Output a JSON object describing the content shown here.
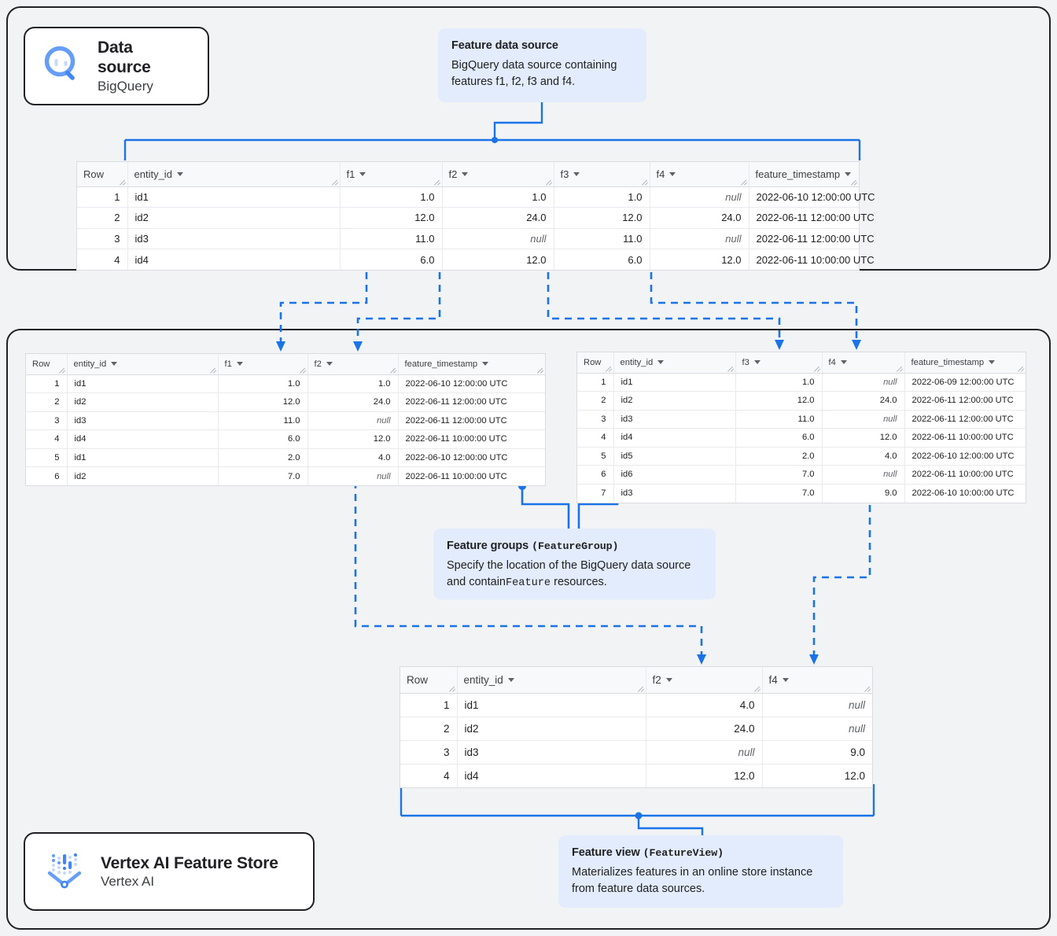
{
  "sections": {
    "data_source": {
      "name": "Data source section"
    },
    "feature_store": {
      "name": "Vertex AI Feature Store section"
    }
  },
  "chips": [
    {
      "id": "bigquery",
      "icon": "bigquery-icon",
      "title": "Data source",
      "subtitle": "BigQuery"
    },
    {
      "id": "vertex",
      "icon": "vertex-ai-icon",
      "title": "Vertex AI Feature Store",
      "subtitle": "Vertex AI"
    }
  ],
  "callouts": {
    "feature_data_source": {
      "title": "Feature data source",
      "body": "BigQuery data source containing features f1, f2, f3 and f4."
    },
    "feature_groups": {
      "title_plain": "Feature groups ",
      "title_code": "(FeatureGroup)",
      "body_part1": "Specify the location of the BigQuery data source and contain",
      "body_code": "Feature",
      "body_part2": " resources."
    },
    "feature_view": {
      "title_plain": "Feature view ",
      "title_code": "(FeatureView)",
      "body": "Materializes features in an online store instance from feature data sources."
    }
  },
  "tables": {
    "source": {
      "name": "feature-data-source-table",
      "columns": [
        "Row",
        "entity_id",
        "f1",
        "f2",
        "f3",
        "f4",
        "feature_timestamp"
      ],
      "column_types": [
        "row",
        "str",
        "num",
        "num",
        "num",
        "num",
        "ts"
      ],
      "rows": [
        [
          "1",
          "id1",
          "1.0",
          "1.0",
          "1.0",
          "null",
          "2022-06-10 12:00:00 UTC"
        ],
        [
          "2",
          "id2",
          "12.0",
          "24.0",
          "12.0",
          "24.0",
          "2022-06-11 12:00:00 UTC"
        ],
        [
          "3",
          "id3",
          "11.0",
          "null",
          "11.0",
          "null",
          "2022-06-11 12:00:00 UTC"
        ],
        [
          "4",
          "id4",
          "6.0",
          "12.0",
          "6.0",
          "12.0",
          "2022-06-11 10:00:00 UTC"
        ]
      ]
    },
    "feature_group_left": {
      "name": "feature-group-1-table",
      "columns": [
        "Row",
        "entity_id",
        "f1",
        "f2",
        "feature_timestamp"
      ],
      "column_types": [
        "row",
        "str",
        "num",
        "num",
        "ts"
      ],
      "rows": [
        [
          "1",
          "id1",
          "1.0",
          "1.0",
          "2022-06-10 12:00:00 UTC"
        ],
        [
          "2",
          "id2",
          "12.0",
          "24.0",
          "2022-06-11 12:00:00 UTC"
        ],
        [
          "3",
          "id3",
          "11.0",
          "null",
          "2022-06-11 12:00:00 UTC"
        ],
        [
          "4",
          "id4",
          "6.0",
          "12.0",
          "2022-06-11 10:00:00 UTC"
        ],
        [
          "5",
          "id1",
          "2.0",
          "4.0",
          "2022-06-10 12:00:00 UTC"
        ],
        [
          "6",
          "id2",
          "7.0",
          "null",
          "2022-06-11 10:00:00 UTC"
        ]
      ]
    },
    "feature_group_right": {
      "name": "feature-group-2-table",
      "columns": [
        "Row",
        "entity_id",
        "f3",
        "f4",
        "feature_timestamp"
      ],
      "column_types": [
        "row",
        "str",
        "num",
        "num",
        "ts"
      ],
      "rows": [
        [
          "1",
          "id1",
          "1.0",
          "null",
          "2022-06-09 12:00:00 UTC"
        ],
        [
          "2",
          "id2",
          "12.0",
          "24.0",
          "2022-06-11 12:00:00 UTC"
        ],
        [
          "3",
          "id3",
          "11.0",
          "null",
          "2022-06-11 12:00:00 UTC"
        ],
        [
          "4",
          "id4",
          "6.0",
          "12.0",
          "2022-06-11 10:00:00 UTC"
        ],
        [
          "5",
          "id5",
          "2.0",
          "4.0",
          "2022-06-10 12:00:00 UTC"
        ],
        [
          "6",
          "id6",
          "7.0",
          "null",
          "2022-06-11 10:00:00 UTC"
        ],
        [
          "7",
          "id3",
          "7.0",
          "9.0",
          "2022-06-10 10:00:00 UTC"
        ]
      ]
    },
    "feature_view": {
      "name": "feature-view-table",
      "columns": [
        "Row",
        "entity_id",
        "f2",
        "f4"
      ],
      "column_types": [
        "row",
        "str",
        "num",
        "num"
      ],
      "rows": [
        [
          "1",
          "id1",
          "4.0",
          "null"
        ],
        [
          "2",
          "id2",
          "24.0",
          "null"
        ],
        [
          "3",
          "id3",
          "null",
          "9.0"
        ],
        [
          "4",
          "id4",
          "12.0",
          "12.0"
        ]
      ]
    }
  },
  "colors": {
    "accent_blue": "#1a73e8",
    "callout_bg": "#e3ecfd",
    "section_bg": "#f1f3f4",
    "border_dark": "#202124",
    "table_header_bg": "#f8f9fa",
    "grid": "#e8eaed"
  }
}
